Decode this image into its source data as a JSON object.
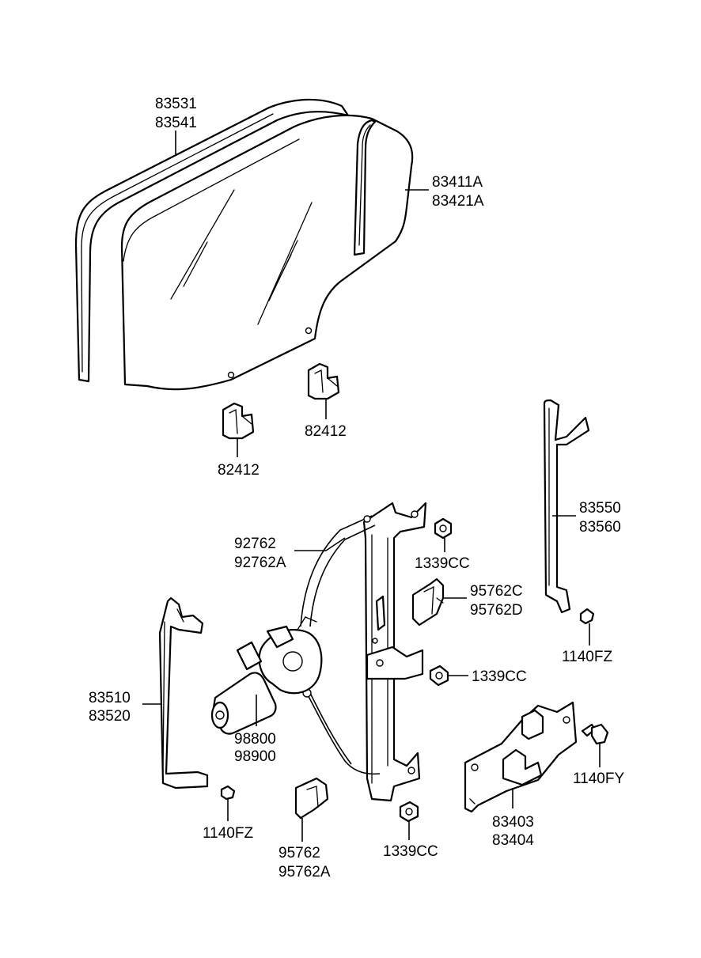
{
  "callouts": {
    "outer_channel": [
      "83531",
      "83541"
    ],
    "door_glass": [
      "83411A",
      "83421A"
    ],
    "glass_clip_right": [
      "82412"
    ],
    "glass_clip_left": [
      "82412"
    ],
    "rear_channel": [
      "83550",
      "83560"
    ],
    "regulator_cable": [
      "92762",
      "92762A"
    ],
    "nut_top": [
      "1339CC"
    ],
    "bracket_upper": [
      "95762C",
      "95762D"
    ],
    "bolt_rear": [
      "1140FZ"
    ],
    "nut_middle": [
      "1339CC"
    ],
    "front_channel": [
      "83510",
      "83520"
    ],
    "motor": [
      "98800",
      "98900"
    ],
    "module_plate": [
      "83403",
      "83404"
    ],
    "bolt_plate": [
      "1140FY"
    ],
    "bolt_front": [
      "1140FZ"
    ],
    "bracket_lower": [
      "95762",
      "95762A"
    ],
    "nut_bottom": [
      "1339CC"
    ]
  }
}
